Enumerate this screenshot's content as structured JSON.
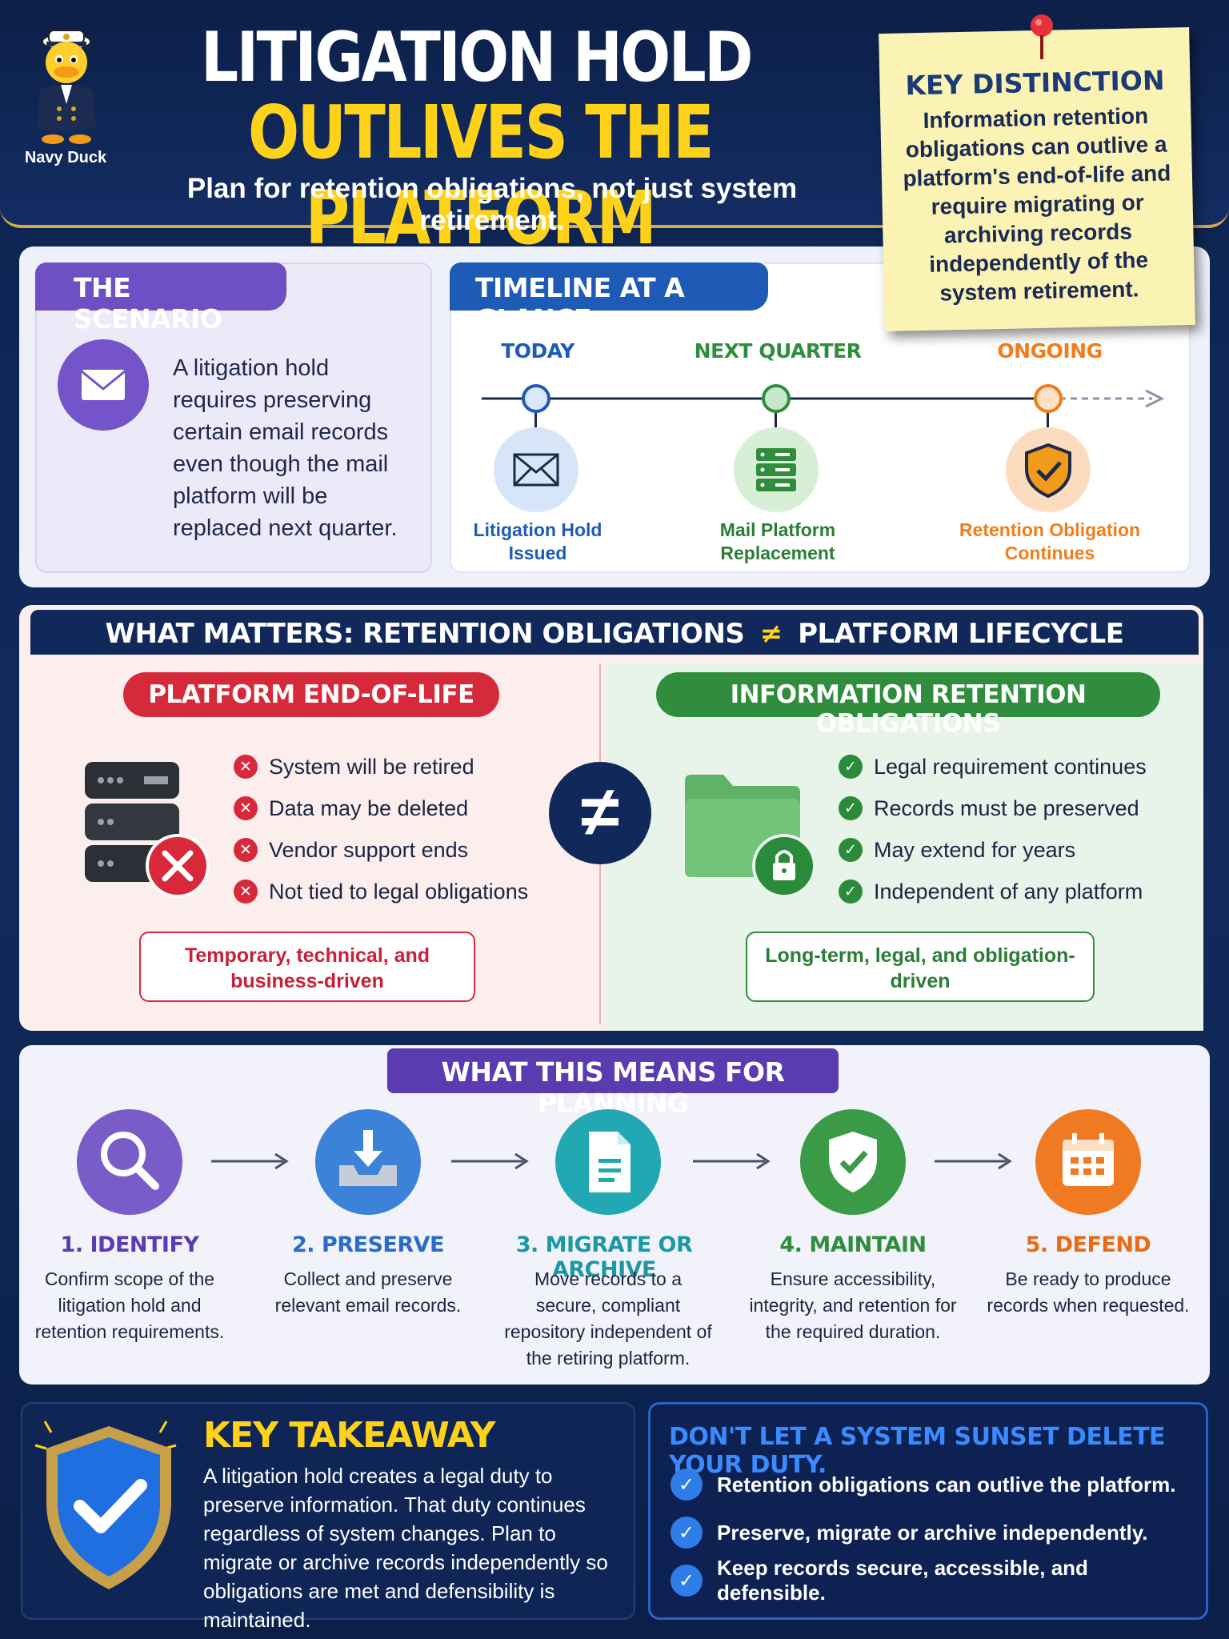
{
  "header": {
    "mascot_label": "Navy Duck",
    "title_line1": "LITIGATION HOLD",
    "title_line2": "OUTLIVES THE PLATFORM",
    "subtitle": "Plan for retention obligations, not just system retirement."
  },
  "key_distinction": {
    "title": "KEY DISTINCTION",
    "body": "Information retention obligations can outlive a platform's end-of-life and require migrating or archiving records independently of the system retirement."
  },
  "scenario": {
    "tab": "THE SCENARIO",
    "text": "A litigation hold requires preserving certain email records even though the mail platform will be replaced next quarter."
  },
  "timeline": {
    "tab": "TIMELINE AT A GLANCE",
    "points": [
      {
        "label": "TODAY",
        "caption": "Litigation Hold Issued",
        "color": "#1d5bb6",
        "icon": "envelope-icon"
      },
      {
        "label": "NEXT QUARTER",
        "caption": "Mail Platform Replacement",
        "color": "#2f8d3d",
        "icon": "server-icon"
      },
      {
        "label": "ONGOING",
        "caption": "Retention Obligation Continues",
        "color": "#f07d1a",
        "icon": "shield-check-icon"
      }
    ]
  },
  "matters": {
    "header_left": "WHAT MATTERS: RETENTION OBLIGATIONS",
    "header_symbol": "≠",
    "header_right": "PLATFORM LIFECYCLE",
    "eol": {
      "title": "PLATFORM END-OF-LIFE",
      "items": [
        "System will be retired",
        "Data may be deleted",
        "Vendor support ends",
        "Not tied to legal obligations"
      ],
      "note": "Temporary, technical, and business-driven"
    },
    "neq_symbol": "≠",
    "iro": {
      "title": "INFORMATION RETENTION OBLIGATIONS",
      "items": [
        "Legal requirement continues",
        "Records must be preserved",
        "May extend for years",
        "Independent of any platform"
      ],
      "note": "Long-term, legal, and obligation-driven"
    }
  },
  "planning": {
    "title": "WHAT THIS MEANS FOR PLANNING",
    "steps": [
      {
        "title": "1. IDENTIFY",
        "desc": "Confirm scope of the litigation hold and retention requirements.",
        "color": "#7a5cc8",
        "icon": "magnifier-icon"
      },
      {
        "title": "2. PRESERVE",
        "desc": "Collect and preserve relevant email records.",
        "color": "#3c82d8",
        "icon": "download-tray-icon"
      },
      {
        "title": "3. MIGRATE OR ARCHIVE",
        "desc": "Move records to a secure, compliant repository independent of the retiring platform.",
        "color": "#22a8b2",
        "icon": "document-icon"
      },
      {
        "title": "4. MAINTAIN",
        "desc": "Ensure accessibility, integrity, and retention for the required duration.",
        "color": "#3a9a45",
        "icon": "shield-check-icon"
      },
      {
        "title": "5. DEFEND",
        "desc": "Be ready to produce records when requested.",
        "color": "#f07a22",
        "icon": "calendar-icon"
      }
    ]
  },
  "takeaway": {
    "title": "KEY TAKEAWAY",
    "text": "A litigation hold creates a legal duty to preserve information. That duty continues regardless of system changes. Plan to migrate or archive records independently so obligations are met and defensibility is maintained."
  },
  "duty": {
    "title": "DON'T LET A SYSTEM SUNSET DELETE YOUR DUTY.",
    "items": [
      "Retention obligations can outlive the platform.",
      "Preserve, migrate or archive independently.",
      "Keep records secure, accessible, and defensible."
    ]
  }
}
